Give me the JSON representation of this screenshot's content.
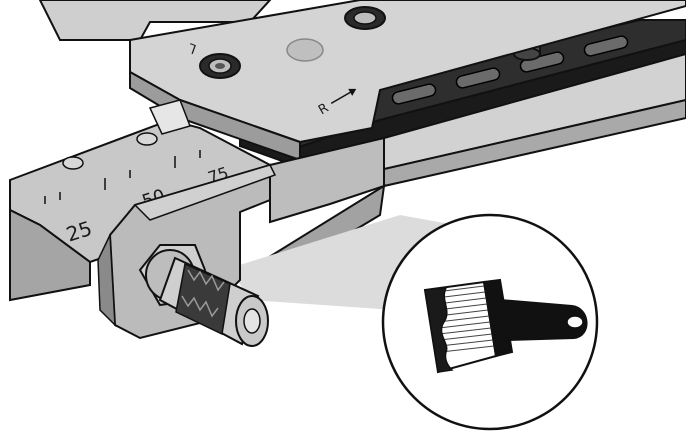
{
  "illustration": {
    "plate_marks": {
      "left": "L",
      "right": "R"
    },
    "rail_scale": [
      "25",
      "50",
      "75"
    ],
    "callout": {
      "icon": "paintbrush-icon"
    },
    "colors": {
      "top_plate": "#d4d4d4",
      "dark_plate": "#2e2e2e",
      "rail": "#c8c8c8",
      "bracket": "#b9b9b9",
      "grease_band": "#3a3a3a",
      "callout_beam": "#dcdcdc",
      "outline": "#111111"
    }
  }
}
